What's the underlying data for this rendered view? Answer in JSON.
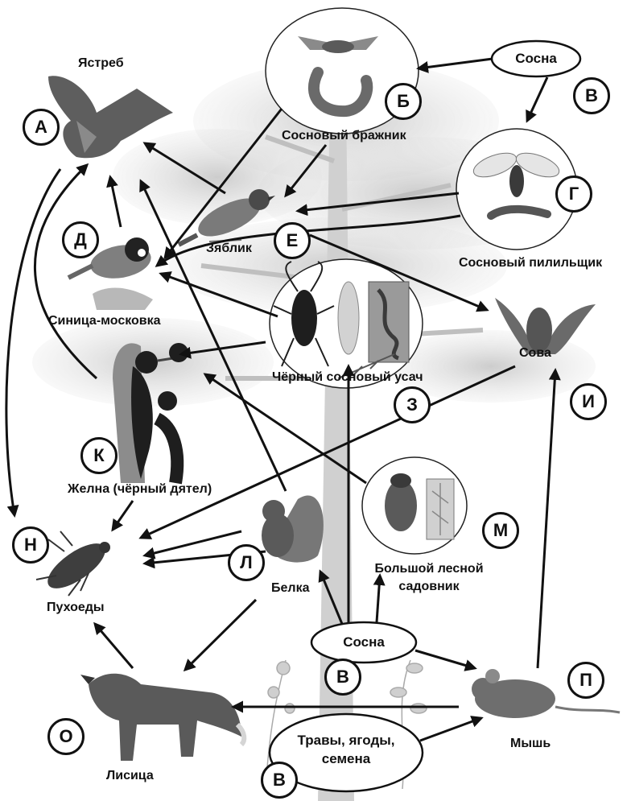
{
  "letters": {
    "a": "А",
    "b": "Б",
    "v1": "В",
    "g": "Г",
    "d": "Д",
    "e": "Е",
    "z": "З",
    "i": "И",
    "k": "К",
    "l": "Л",
    "m": "М",
    "n": "Н",
    "o": "О",
    "p": "П",
    "v2": "В",
    "v3": "В"
  },
  "labels": {
    "hawk": "Ястреб",
    "pine_hawkmoth": "Сосновый бражник",
    "pine_sawfly": "Сосновый пилильщик",
    "chaffinch": "Зяблик",
    "coal_tit": "Синица-московка",
    "pine_sawyer": "Чёрный сосновый усач",
    "owl": "Сова",
    "black_woodpecker": "Желна (чёрный дятел)",
    "squirrel": "Белка",
    "pine_shoot_beetle_line1": "Большой лесной",
    "pine_shoot_beetle_line2": "садовник",
    "lice": "Пухоеды",
    "fox": "Лисица",
    "mouse": "Мышь"
  },
  "ovals": {
    "pine_top": "Сосна",
    "pine_bottom": "Сосна",
    "herbs_line1": "Травы, ягоды,",
    "herbs_line2": "семена"
  },
  "colors": {
    "ink": "#111111",
    "tree": "#9a9a9a",
    "animal": "#4a4a4a"
  }
}
